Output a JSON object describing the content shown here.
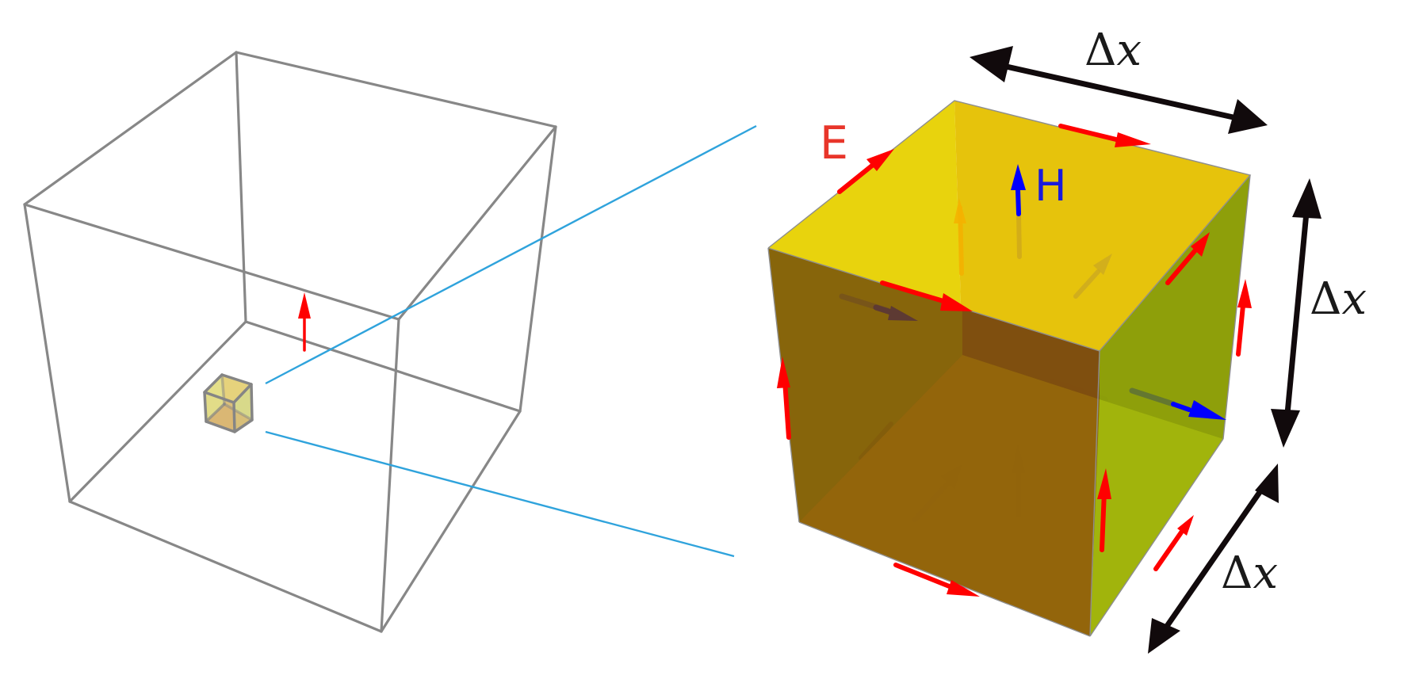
{
  "figure": {
    "description": "Yee cell diagram: a large wireframe computational domain containing a small cell, magnified to show E and H field components on edges and faces",
    "colors": {
      "wireframe": "#878787",
      "zoom_lines": "#2fa3dc",
      "e_field": "#ff0000",
      "h_field": "#0000ff",
      "dimension_arrows": "#110a0c",
      "face_top_left": "#e8d30d",
      "face_top_right": "#e6c30c",
      "face_front": "#7e5b0b",
      "face_floor": "#94650c",
      "face_back_inner": "#7e4c0f",
      "face_right_upper": "#8a9e0a",
      "face_right_lower": "#a1b40c"
    }
  },
  "left_panel": {
    "wireframe_cube": "outer-domain",
    "small_cell": "yee-cell-thumbnail",
    "arrow": "e-field-arrow"
  },
  "right_panel": {
    "labels": {
      "e": "E",
      "h": "H"
    },
    "dimensions": {
      "top": {
        "delta": "Δ",
        "var": "x"
      },
      "right": {
        "delta": "Δ",
        "var": "x"
      },
      "diagonal": {
        "delta": "Δ",
        "var": "x"
      }
    }
  },
  "label_colors": {
    "e": "#e8352a",
    "h": "#1a1adc"
  }
}
